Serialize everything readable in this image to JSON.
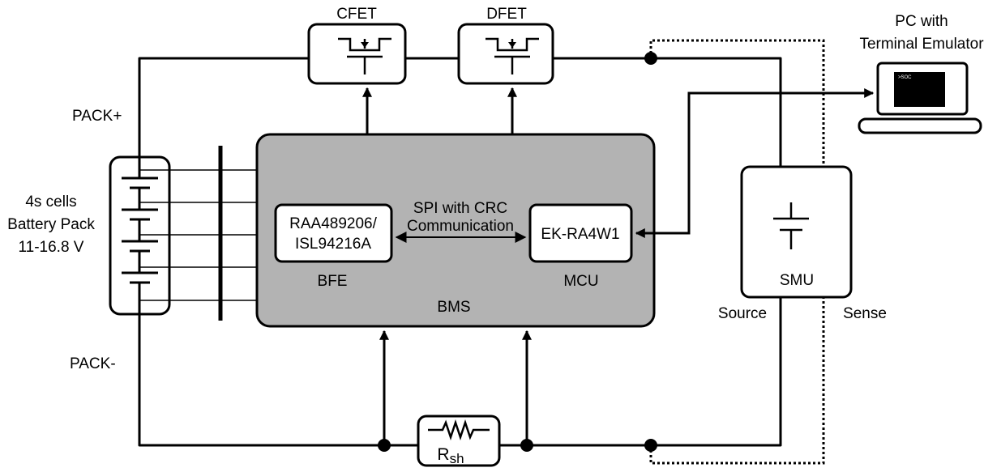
{
  "labels": {
    "cfet": "CFET",
    "dfet": "DFET",
    "pc_line1": "PC with",
    "pc_line2": "Terminal Emulator",
    "pc_screen": ">SOC",
    "pack_plus": "PACK+",
    "pack_minus": "PACK-",
    "cells_line1": "4s cells",
    "cells_line2": "Battery Pack",
    "cells_line3": "11-16.8 V",
    "bfe_chip_line1": "RAA489206/",
    "bfe_chip_line2": "ISL94216A",
    "bfe": "BFE",
    "spi_line1": "SPI with CRC",
    "spi_line2": "Communication",
    "mcu_chip": "EK-RA4W1",
    "mcu": "MCU",
    "bms": "BMS",
    "smu": "SMU",
    "source": "Source",
    "sense": "Sense",
    "rsh_main": "R",
    "rsh_sub": "sh"
  },
  "colors": {
    "bms_fill": "#b3b3b3",
    "line": "#000000",
    "screen": "#000000"
  }
}
